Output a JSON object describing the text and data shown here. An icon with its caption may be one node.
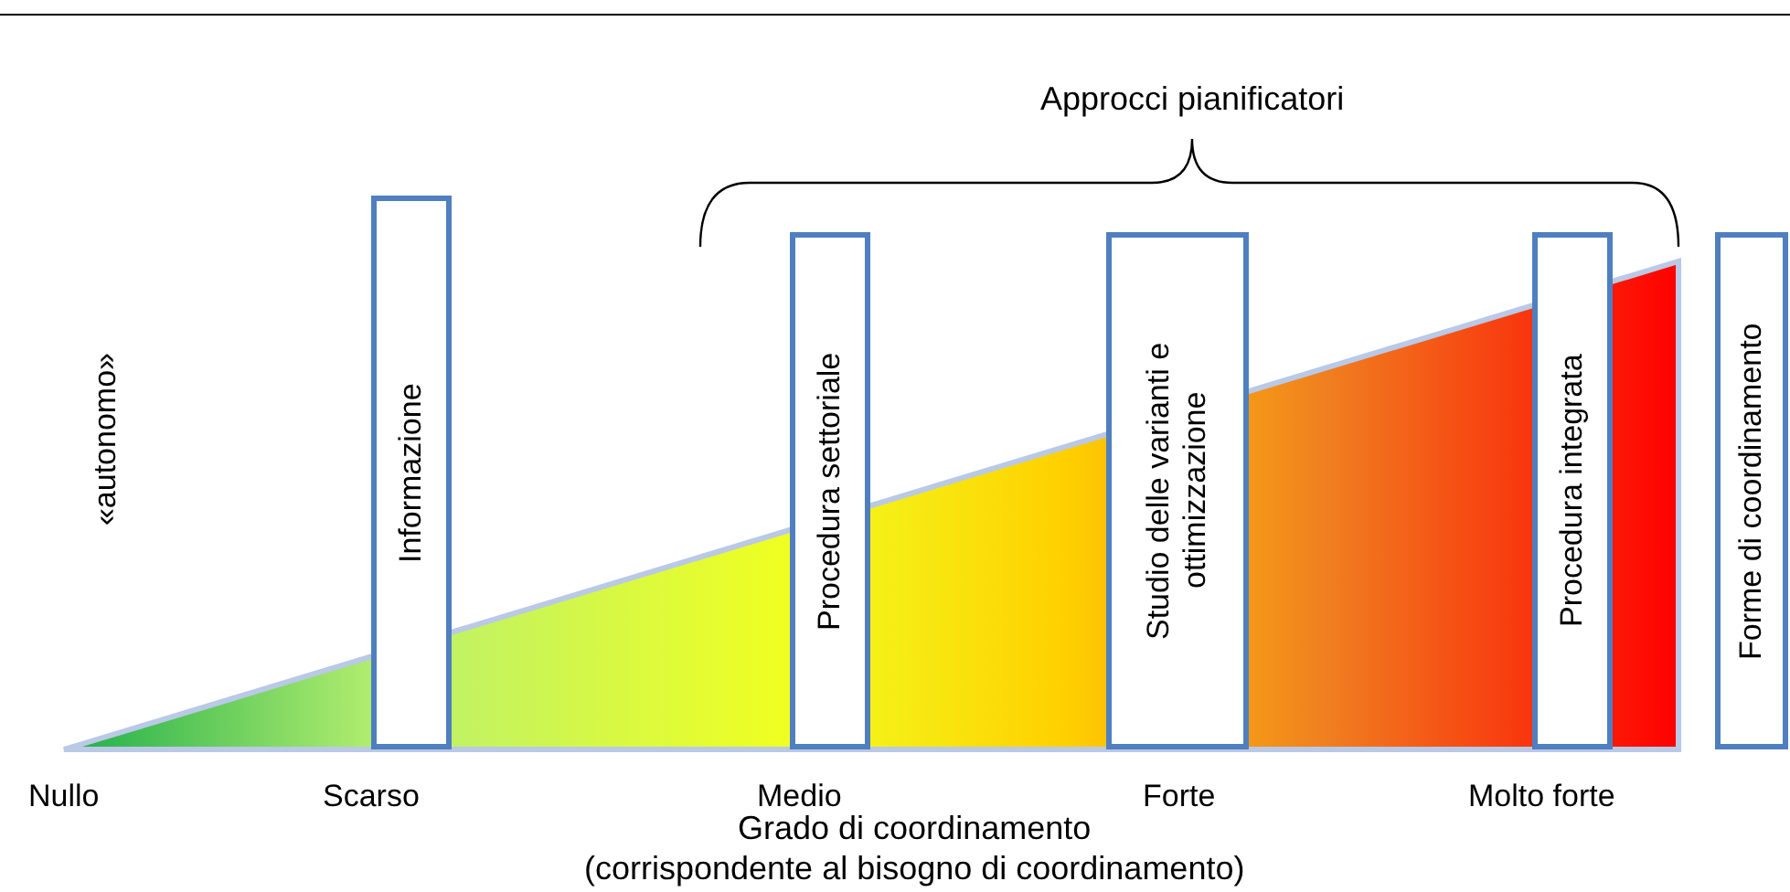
{
  "diagram": {
    "nodes": [
      {
        "text": [
          "Informazione"
        ]
      },
      {
        "text": [
          "Procedura settoriale"
        ]
      },
      {
        "text": [
          "Studio delle varianti e ottimizzazione"
        ]
      },
      {
        "text": [
          "Procedura integrata"
        ]
      },
      {
        "text": [
          "Forme di coordinamento"
        ]
      }
    ],
    "labels": [
      "Approcci pianificatori",
      "«autonomo»",
      "Nullo",
      "Scarso",
      "Medio",
      "Forte",
      "Molto forte",
      "Grado di coordinamento",
      "(corrispondente al bisogno di coordinamento)"
    ]
  }
}
